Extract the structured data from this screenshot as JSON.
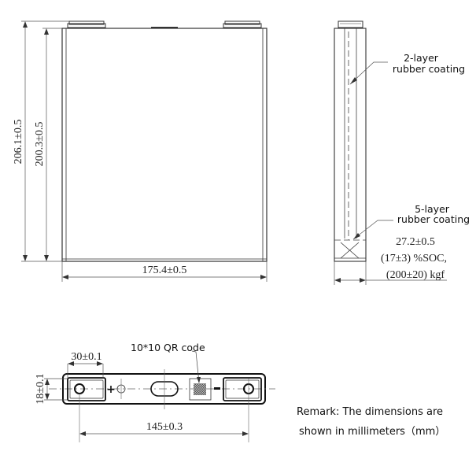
{
  "front_view": {
    "total_height": "206.1±0.5",
    "body_height": "200.3±0.5",
    "width": "175.4±0.5"
  },
  "side_view": {
    "label_top_line1": "2-layer",
    "label_top_line2": "rubber coating",
    "label_bottom_line1": "5-layer",
    "label_bottom_line2": "rubber coating",
    "thickness_line1": "27.2±0.5",
    "thickness_line2": "(17±3) %SOC,",
    "thickness_line3": "(200±20) kgf"
  },
  "top_view": {
    "terminal_width": "30±0.1",
    "terminal_height": "18±0.1",
    "qr_label": "10*10 QR code",
    "terminal_spacing": "145±0.3",
    "positive_symbol": "+",
    "negative_symbol": "−"
  },
  "remark": {
    "line1": "Remark:  The dimensions are",
    "line2": "shown in millimeters（mm）"
  },
  "colors": {
    "line": "#333333",
    "dim_line": "#555555",
    "background": "#ffffff"
  }
}
